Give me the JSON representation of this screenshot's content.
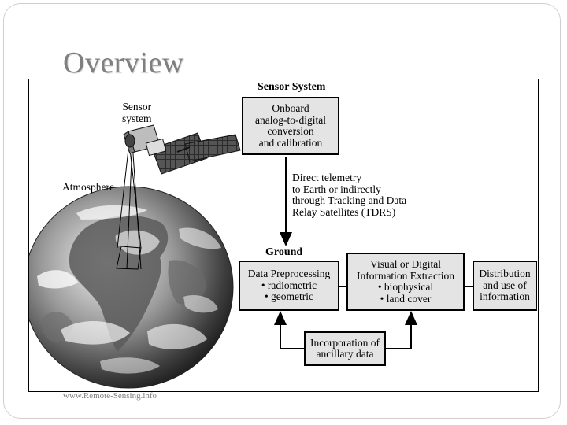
{
  "slide": {
    "title": "Overview",
    "footer": "www.Remote-Sensing.info"
  },
  "diagram": {
    "sensor_system_header": "Sensor System",
    "onboard_box": [
      "Onboard",
      "analog-to-digital",
      "conversion",
      "and calibration"
    ],
    "telemetry_text": [
      "Direct telemetry",
      "to Earth or indirectly",
      "through Tracking and Data",
      "Relay Satellites (TDRS)"
    ],
    "ground_header": "Ground",
    "preprocessing_box": [
      "Data Preprocessing",
      "• radiometric",
      "• geometric"
    ],
    "extraction_box": [
      "Visual or Digital",
      "Information Extraction",
      "• biophysical",
      "• land cover"
    ],
    "distribution_box": [
      "Distribution",
      "and use of",
      "information"
    ],
    "ancillary_box": [
      "Incorporation of",
      "ancillary data"
    ],
    "sensor_label": [
      "Sensor",
      "system"
    ],
    "atmosphere_label": "Atmosphere"
  }
}
